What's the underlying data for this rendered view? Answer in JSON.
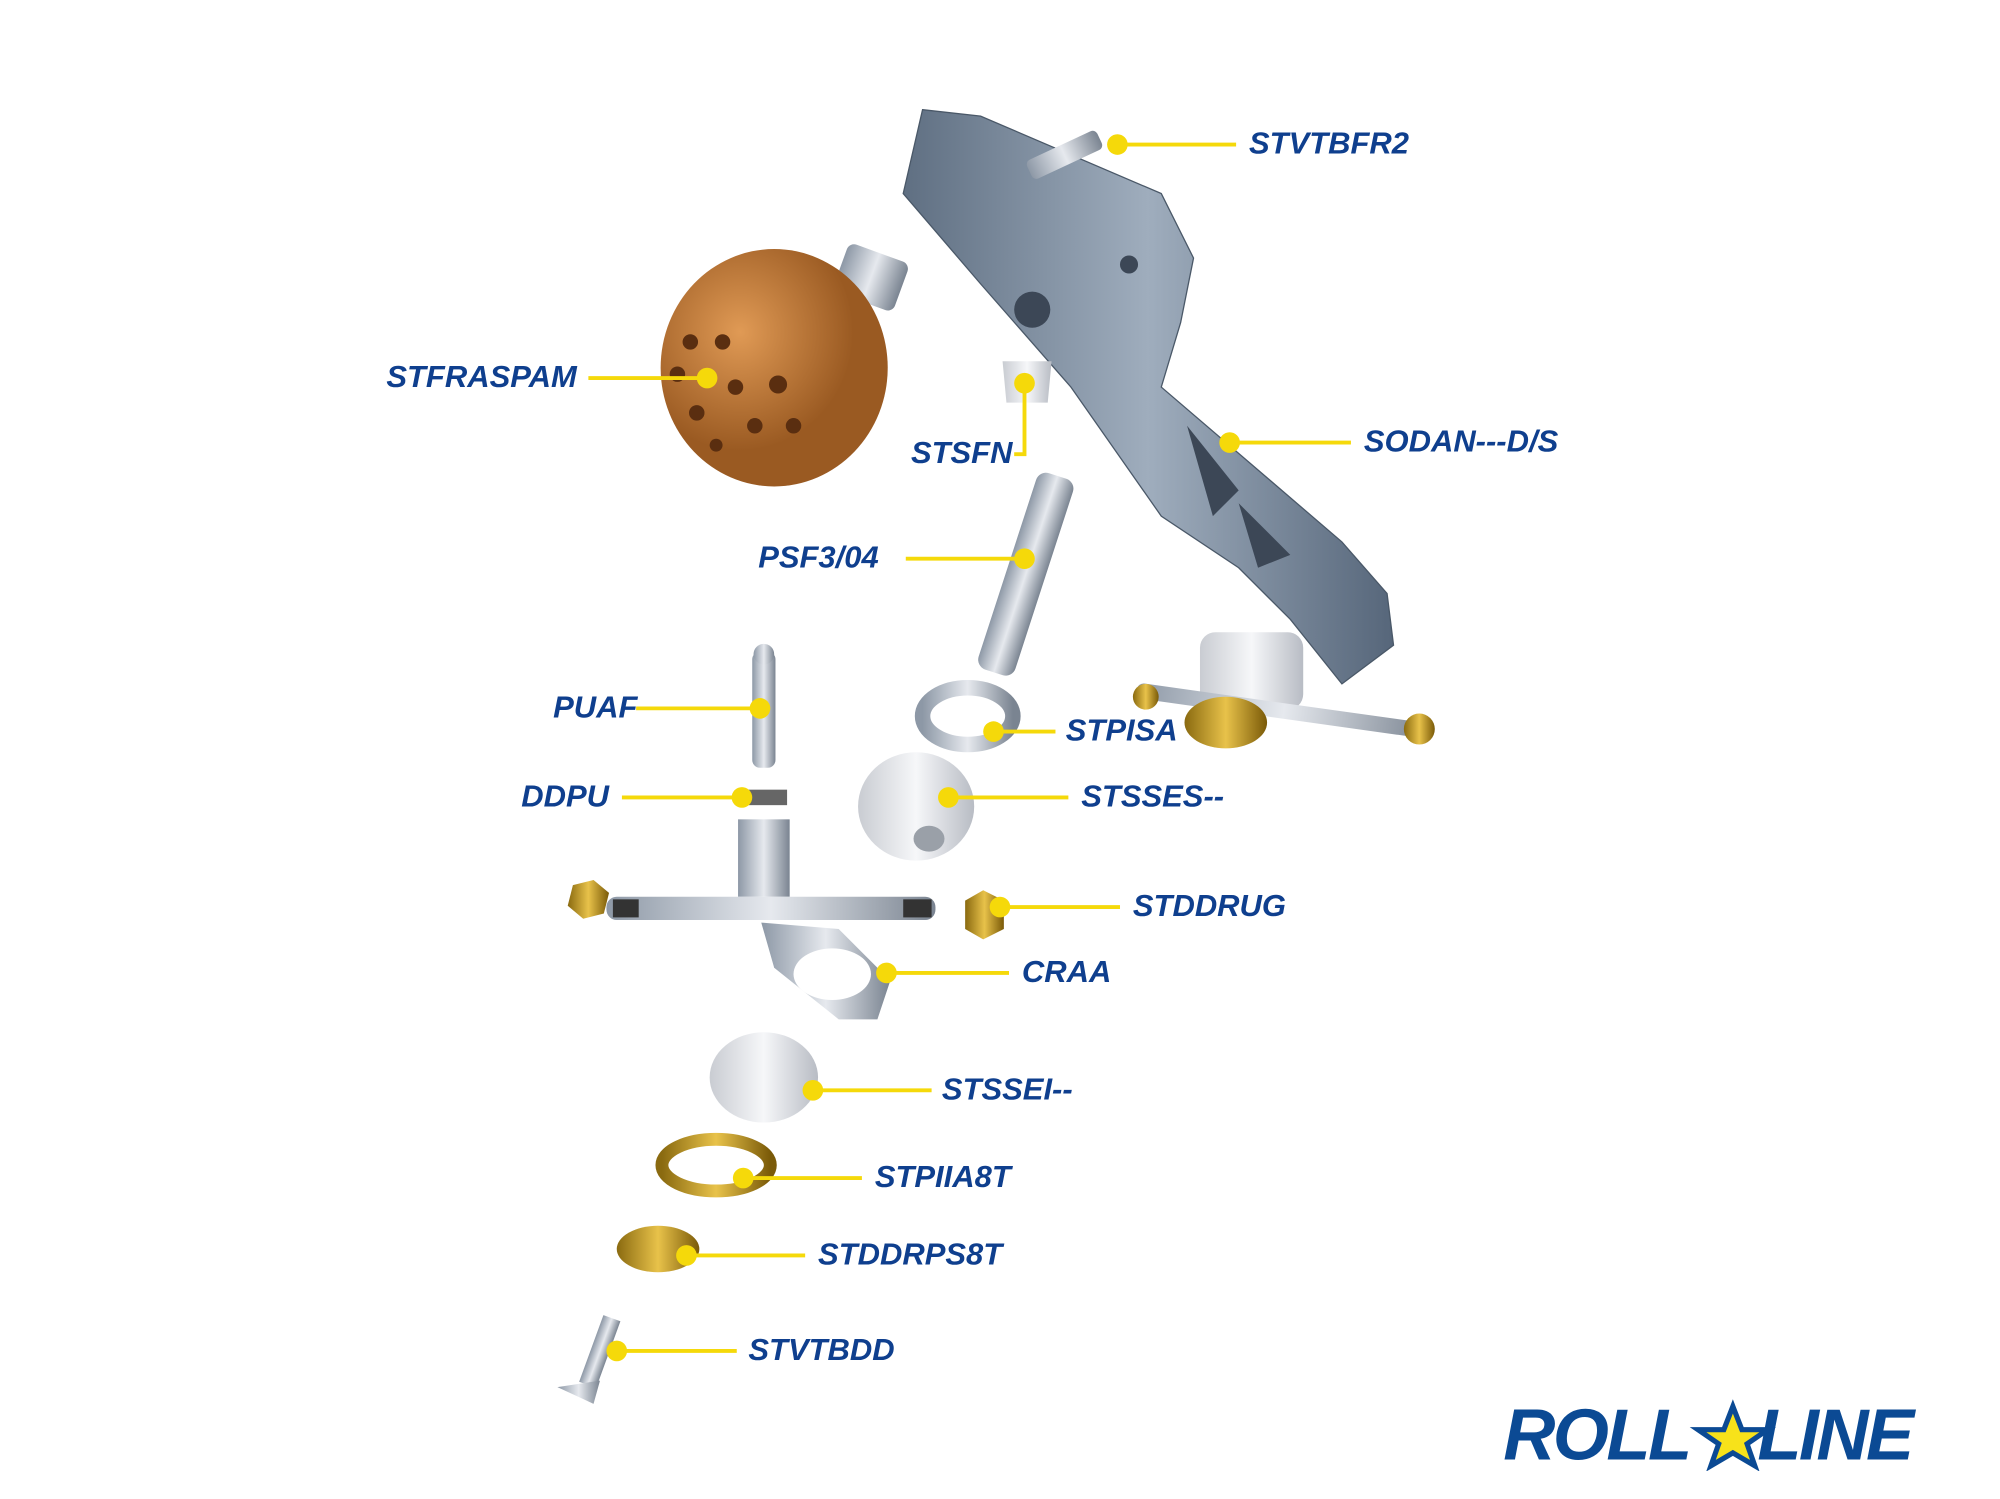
{
  "colors": {
    "label": "#0f3f8e",
    "leader": "#f5d90a",
    "logo_blue": "#0b4a94",
    "logo_star": "#f7e21a"
  },
  "labels": {
    "stvtbfr2": "STVTBFR2",
    "stfraspam": "STFRASPAM",
    "stsfn": "STSFN",
    "sodan": "SODAN---D/S",
    "psf304": "PSF3/04",
    "puaf": "PUAF",
    "stpisa": "STPISA",
    "ddpu": "DDPU",
    "stsses": "STSSES--",
    "stddrug": "STDDRUG",
    "craa": "CRAA",
    "stssei": "STSSEI--",
    "stpiia8t": "STPIIA8T",
    "stddrps8t": "STDDRPS8T",
    "stvtbdd": "STVTBDD"
  },
  "logo": {
    "text": "ROLL LINE"
  }
}
